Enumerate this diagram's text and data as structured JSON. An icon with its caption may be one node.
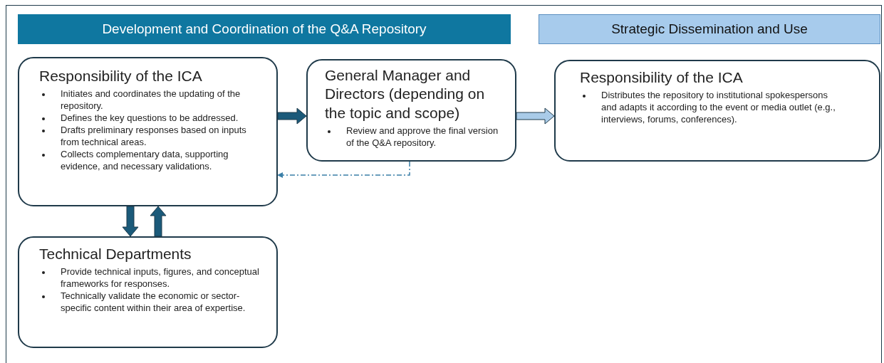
{
  "diagram": {
    "nodes": [
      {
        "text": [
          "Development and Coordination of the Q&A Repository"
        ]
      },
      {
        "text": [
          "Strategic Dissemination and Use"
        ]
      },
      {
        "text": [
          "Responsibility of the ICA",
          "Initiates and coordinates the updating of the repository.",
          "Defines the key questions to be addressed.",
          "Drafts preliminary responses based on inputs from technical areas.",
          "Collects complementary data, supporting evidence, and necessary validations."
        ]
      },
      {
        "text": [
          "General Manager and Directors (depending on the topic and scope)",
          "Review and approve the final version of the Q&A repository."
        ]
      },
      {
        "text": [
          "Responsibility of the ICA",
          "Distributes the repository to institutional spokespersons and adapts it according to the event or media outlet (e.g., interviews, forums, conferences)."
        ]
      },
      {
        "text": [
          "Technical Departments",
          "Provide technical inputs, figures, and conceptual frameworks for responses.",
          "Technically validate the economic or sector-specific content within their area of expertise."
        ]
      }
    ],
    "edges": [
      {
        "from": 2,
        "to": 3,
        "arrow": "to",
        "style": "thick"
      },
      {
        "from": 3,
        "to": 4,
        "arrow": "to",
        "style": "thick",
        "color": "#a9cbe8"
      },
      {
        "from": 3,
        "to": 2,
        "arrow": "to",
        "style": "dashed",
        "color": "#3a7fa8"
      },
      {
        "from": 2,
        "to": 5,
        "arrow": "to",
        "style": "thick"
      },
      {
        "from": 5,
        "to": 2,
        "arrow": "to",
        "style": "thick"
      }
    ]
  }
}
